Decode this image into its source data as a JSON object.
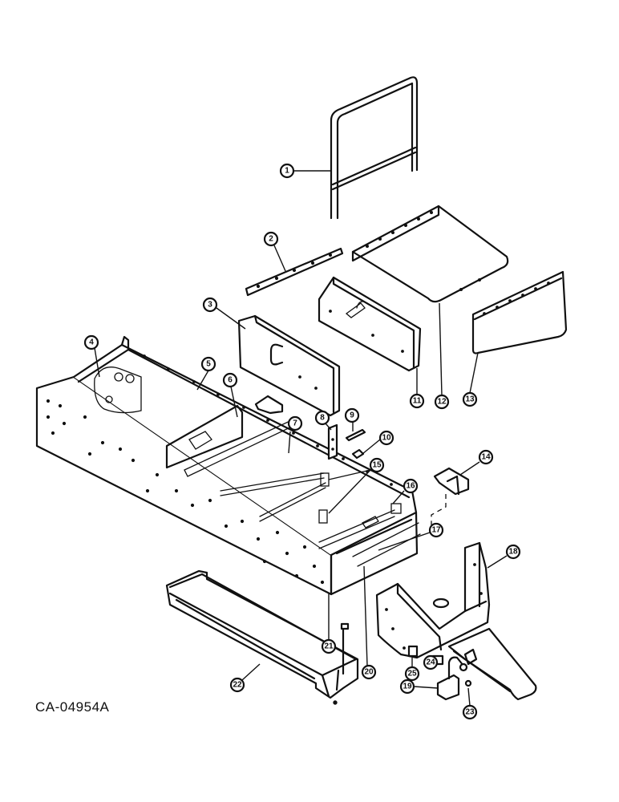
{
  "figure_code": "CA-04954A",
  "callouts": [
    "1",
    "2",
    "3",
    "4",
    "5",
    "6",
    "7",
    "8",
    "9",
    "10",
    "11",
    "12",
    "13",
    "14",
    "15",
    "16",
    "17",
    "18",
    "19",
    "20",
    "21",
    "22",
    "23",
    "24",
    "25"
  ]
}
